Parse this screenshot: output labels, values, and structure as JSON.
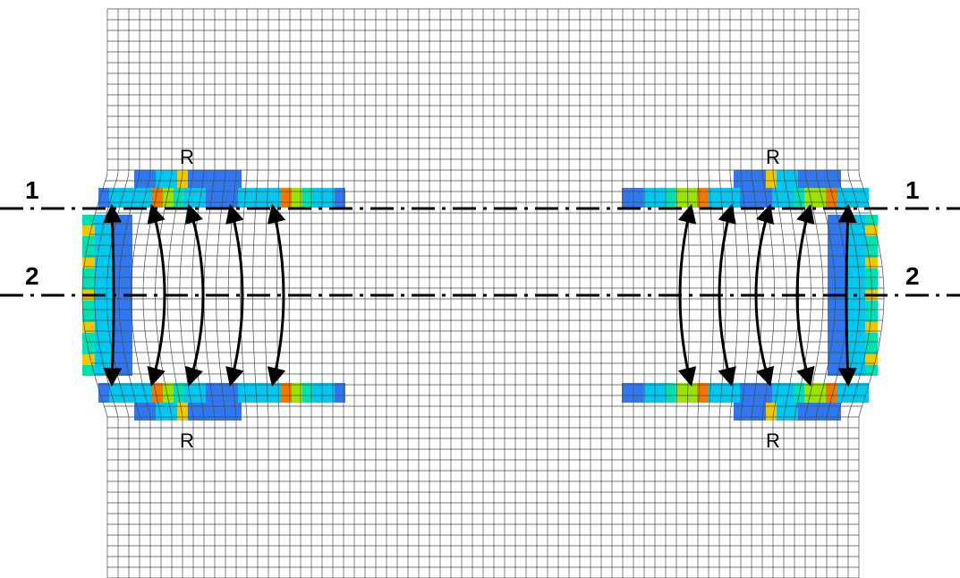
{
  "section_labels": {
    "line1": "1",
    "line2": "2"
  },
  "region_label": "R",
  "colors": {
    "mesh": "#4a4a4a",
    "band_light": "#00c8f0",
    "band_mid": "#00e0b0",
    "band_green": "#9be400",
    "band_yellow": "#f0c800",
    "band_orange": "#f07800",
    "band_blue": "#2f78f0",
    "arrow": "#000000"
  }
}
